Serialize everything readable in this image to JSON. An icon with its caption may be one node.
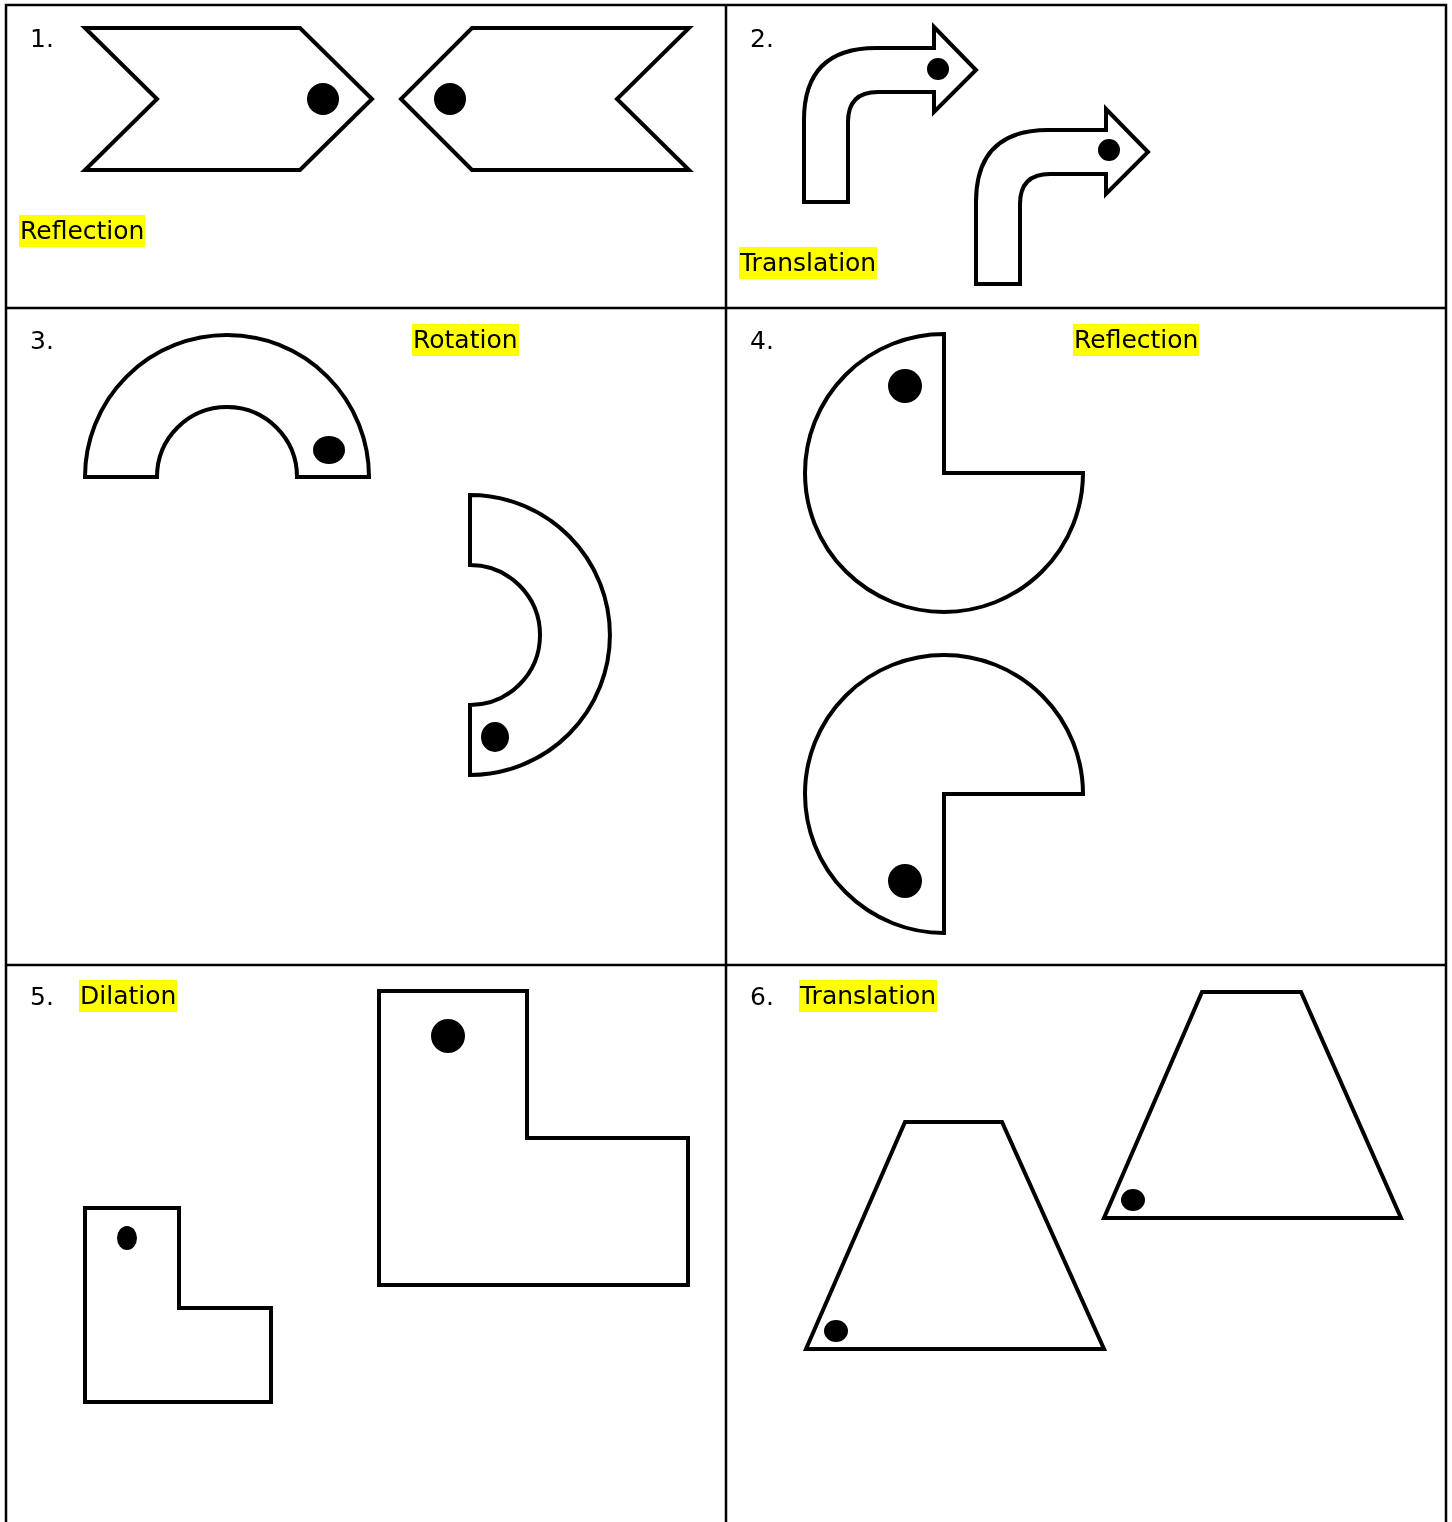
{
  "diagram": {
    "labels": [
      "1.",
      "Reflection",
      "2.",
      "Translation",
      "3.",
      "Rotation",
      "4.",
      "Reflection",
      "5.",
      "Dilation",
      "6.",
      "Translation"
    ]
  }
}
